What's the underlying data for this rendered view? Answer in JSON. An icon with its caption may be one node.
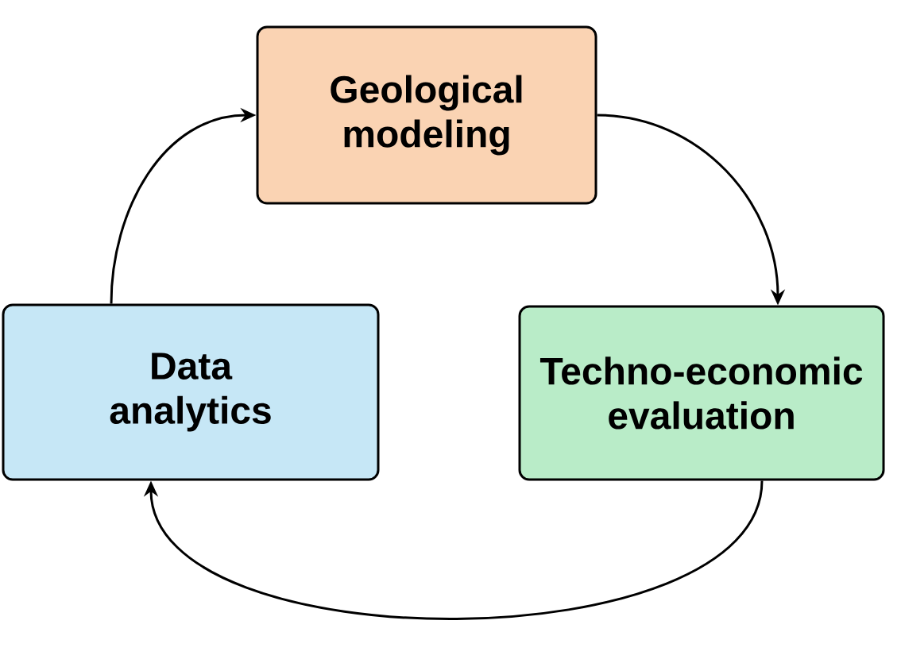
{
  "diagram": {
    "nodes": [
      {
        "text": [
          "Geological modeling"
        ]
      },
      {
        "text": [
          "Techno-economic evaluation"
        ]
      },
      {
        "text": [
          "Data analytics"
        ]
      }
    ],
    "edges": [
      {
        "from": 0,
        "to": 1,
        "arrow": "to"
      },
      {
        "from": 1,
        "to": 2,
        "arrow": "to"
      },
      {
        "from": 2,
        "to": 0,
        "arrow": "to"
      }
    ]
  }
}
